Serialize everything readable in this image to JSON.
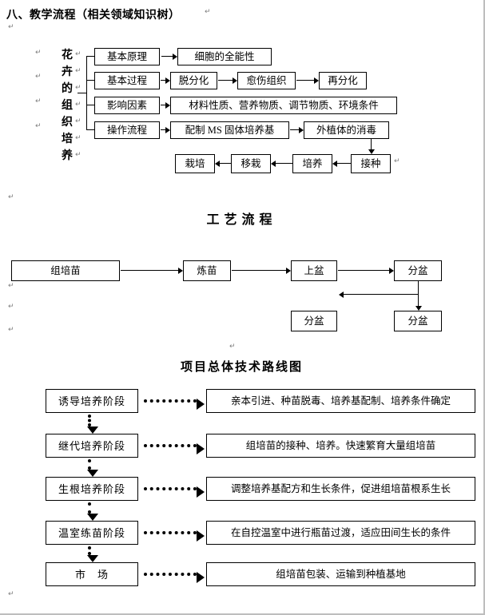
{
  "marks": {
    "linebreak": "↵"
  },
  "doc": {
    "heading": "八、教学流程（相关领域知识树）",
    "tree": {
      "root": [
        "花",
        "卉",
        "的",
        "组",
        "织",
        "培",
        "养"
      ],
      "row1": {
        "branch": "基本原理",
        "box1": "细胞的全能性"
      },
      "row2": {
        "branch": "基本过程",
        "box1": "脱分化",
        "box2": "愈伤组织",
        "box3": "再分化"
      },
      "row3": {
        "branch": "影响因素",
        "box1": "材料性质、营养物质、调节物质、环境条件"
      },
      "row4": {
        "branch": "操作流程",
        "box1": "配制 MS 固体培养基",
        "box2": "外植体的消毒"
      },
      "row5": {
        "box1": "栽培",
        "box2": "移栽",
        "box3": "培养",
        "box4": "接种"
      }
    },
    "process_flow": {
      "title": "工艺流程",
      "step1": "组培苗",
      "step2": "炼苗",
      "step3": "上盆",
      "step4": "分盆",
      "step5": "分盆",
      "step6": "分盆"
    },
    "roadmap": {
      "title": "项目总体技术路线图",
      "rows": [
        {
          "stage": "诱导培养阶段",
          "detail": "亲本引进、种苗脱毒、培养基配制、培养条件确定"
        },
        {
          "stage": "继代培养阶段",
          "detail": "组培苗的接种、培养。快速繁育大量组培苗"
        },
        {
          "stage": "生根培养阶段",
          "detail": "调整培养基配方和生长条件，促进组培苗根系生长"
        },
        {
          "stage": "温室练苗阶段",
          "detail": "在自控温室中进行瓶苗过渡，适应田间生长的条件"
        },
        {
          "stage": "市　场",
          "detail": "组培苗包装、运输到种植基地"
        }
      ]
    }
  }
}
